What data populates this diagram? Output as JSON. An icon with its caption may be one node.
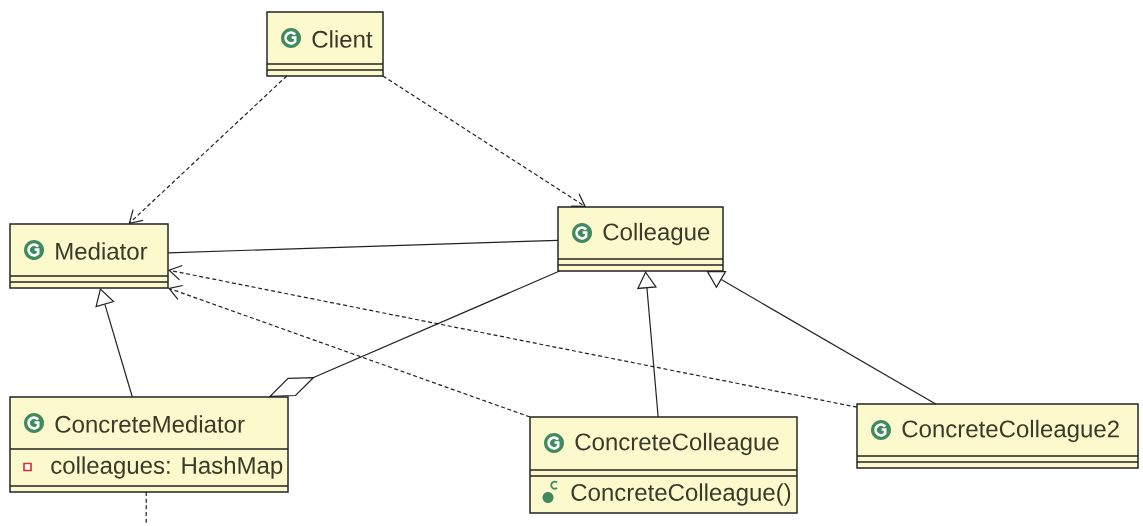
{
  "diagram": {
    "nodes": [
      {
        "text": [
          "Client"
        ]
      },
      {
        "text": [
          "Mediator"
        ]
      },
      {
        "text": [
          "Colleague"
        ]
      },
      {
        "text": [
          "ConcreteMediator",
          "colleagues: HashMap"
        ]
      },
      {
        "text": [
          "ConcreteColleague",
          "ConcreteColleague()"
        ]
      },
      {
        "text": [
          "ConcreteColleague2"
        ]
      }
    ],
    "edges": [
      {
        "from": 0,
        "to": 1,
        "arrow": "to",
        "style": "dashed"
      },
      {
        "from": 0,
        "to": 2,
        "arrow": "to",
        "style": "dashed"
      },
      {
        "from": 1,
        "to": 2,
        "arrow": "none"
      },
      {
        "from": 2,
        "to": 3,
        "arrow": "other"
      },
      {
        "from": 3,
        "to": 1,
        "arrow": "to"
      },
      {
        "from": 4,
        "to": 1,
        "arrow": "to",
        "style": "dashed"
      },
      {
        "from": 5,
        "to": 1,
        "arrow": "to",
        "style": "dashed"
      },
      {
        "from": 4,
        "to": 2,
        "arrow": "to"
      },
      {
        "from": 5,
        "to": 2,
        "arrow": "to"
      },
      {
        "from": 3,
        "to": null,
        "arrow": "none",
        "style": "dashed"
      }
    ]
  }
}
